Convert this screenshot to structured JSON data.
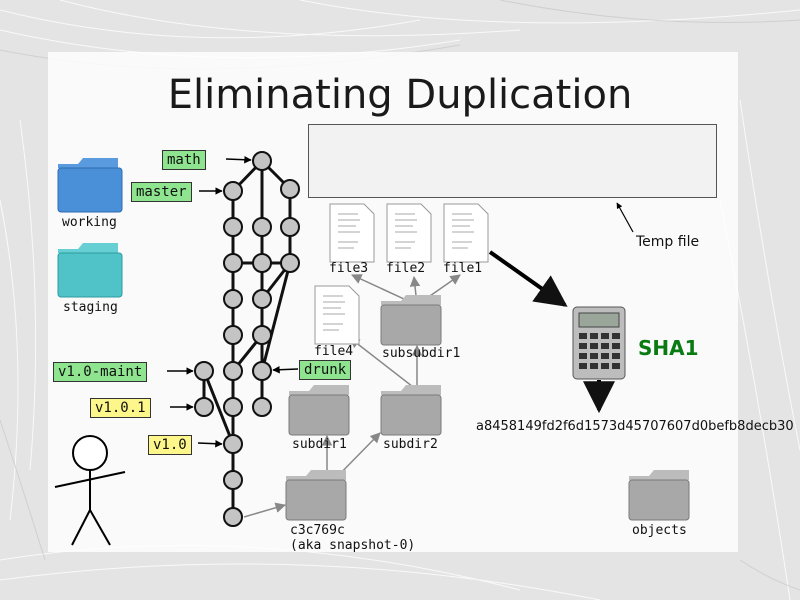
{
  "slide": {
    "title": "Eliminating Duplication"
  },
  "temp_file": {
    "label": "Temp file"
  },
  "hash": {
    "label": "SHA1",
    "value": "a8458149fd2f6d1573d45707607d0befb8decb30"
  },
  "folders": {
    "working": "working",
    "staging": "staging",
    "subsubdir1": "subsubdir1",
    "subdir1": "subdir1",
    "subdir2": "subdir2",
    "snapshot": "c3c769c",
    "snapshot_alias": "(aka snapshot-0)",
    "objects": "objects"
  },
  "files": {
    "file1": "file1",
    "file2": "file2",
    "file3": "file3",
    "file4": "file4"
  },
  "refs": {
    "math": "math",
    "master": "master",
    "v1_0_maint": "v1.0-maint",
    "drunk": "drunk",
    "v1_0_1": "v1.0.1",
    "v1_0": "v1.0"
  },
  "colors": {
    "branch_tag": "#8fe58f",
    "version_tag": "#fdf68a",
    "sha_label": "#0a7a12",
    "folder_blue": "#4a90d9",
    "folder_teal": "#4fc3c8",
    "folder_gray": "#a8a8a8"
  },
  "icons": [
    "folder-icon",
    "document-icon",
    "calculator-icon",
    "stick-figure-icon"
  ]
}
